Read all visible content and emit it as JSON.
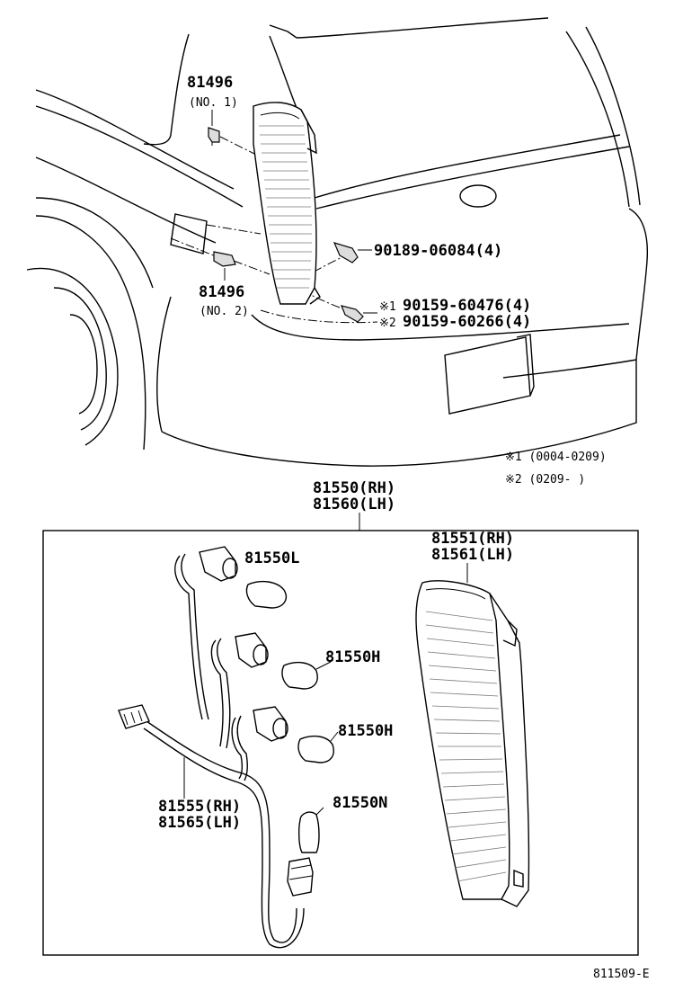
{
  "labels": {
    "clip1_num": "81496",
    "clip1_sub": "(NO. 1)",
    "clip2_num": "81496",
    "clip2_sub": "(NO. 2)",
    "screw_top": "90189-06084(4)",
    "screw_a": "90159-60476(4)",
    "screw_b": "90159-60266(4)",
    "mark1": "※1",
    "mark2": "※2",
    "note1": "※1 (0004-0209)",
    "note2": "※2 (0209-      )",
    "assy_rh": "81550(RH)",
    "assy_lh": "81560(LH)",
    "lens_rh": "81551(RH)",
    "lens_lh": "81561(LH)",
    "bulb_l": "81550L",
    "bulb_h1": "81550H",
    "bulb_h2": "81550H",
    "bulb_n": "81550N",
    "harness_rh": "81555(RH)",
    "harness_lh": "81565(LH)",
    "figure_id": "811509-E"
  }
}
